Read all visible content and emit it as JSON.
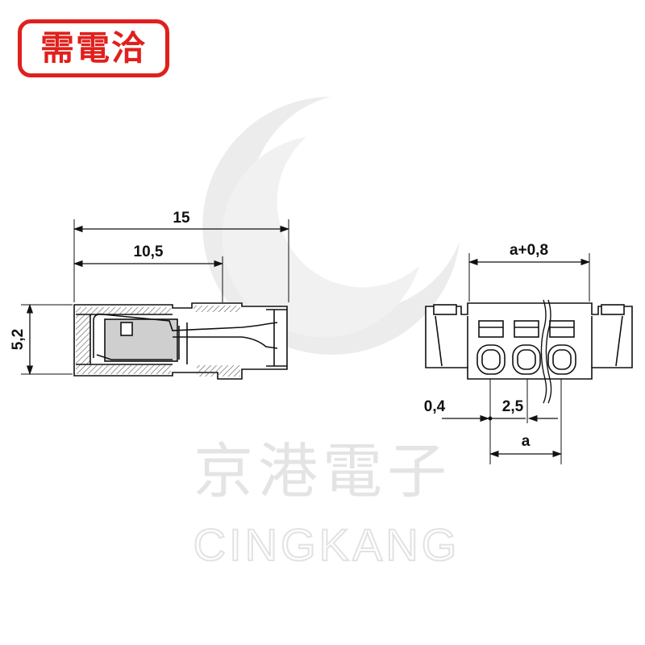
{
  "stamp": {
    "text": "需電洽",
    "color": "#e0201c"
  },
  "watermark": {
    "cjk": "京港電子",
    "latin": "CINGKANG"
  },
  "side_view": {
    "dim_length_total": "15",
    "dim_length_inner": "10,5",
    "dim_height": "5,2"
  },
  "front_view": {
    "dim_width": "a+0,8",
    "dim_offset": "0,4",
    "dim_pitch": "2,5",
    "dim_a": "a"
  }
}
